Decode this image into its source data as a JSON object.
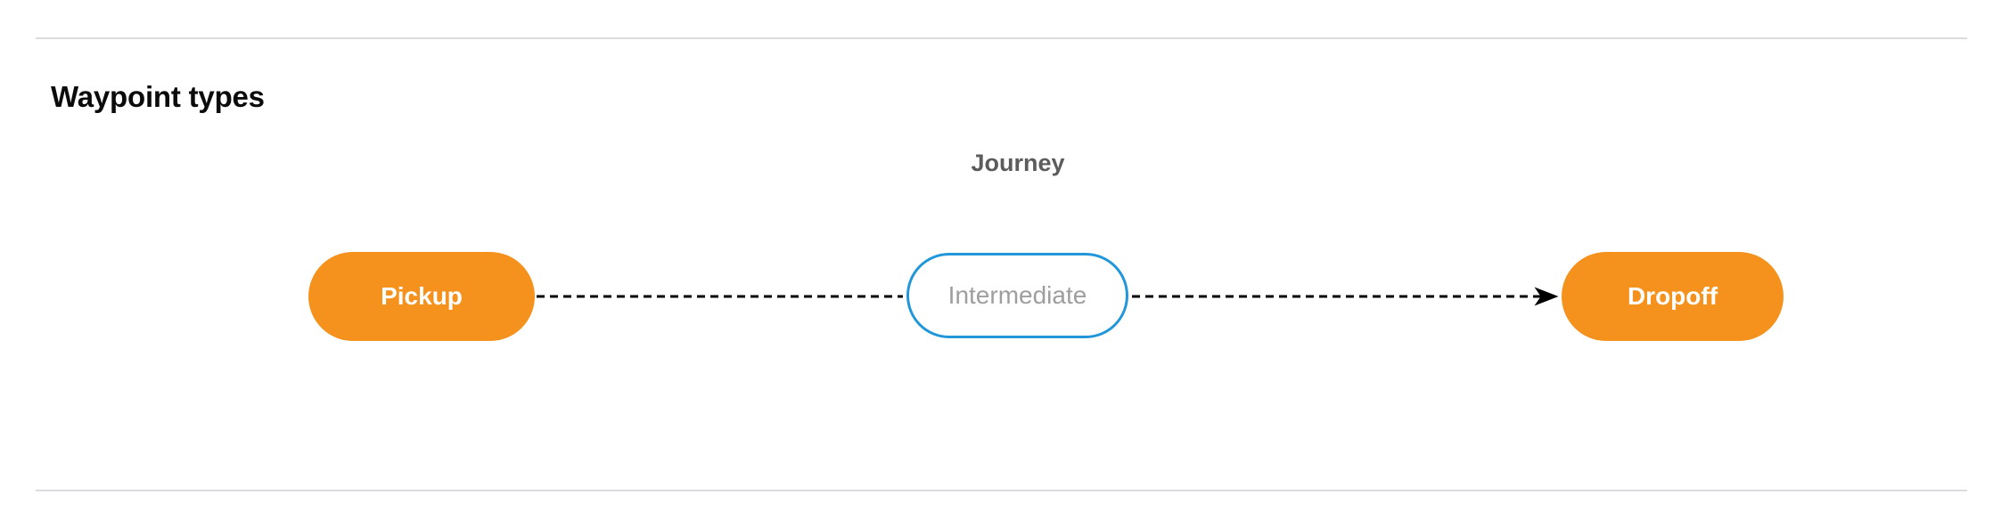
{
  "section": {
    "title": "Waypoint types"
  },
  "diagram": {
    "group_label": "Journey",
    "nodes": [
      {
        "id": "pickup",
        "label": "Pickup",
        "style": "filled",
        "fill": "#f5921e",
        "text_color": "#ffffff"
      },
      {
        "id": "intermediate",
        "label": "Intermediate",
        "style": "outlined",
        "fill": "#ffffff",
        "border_color": "#2196d9",
        "text_color": "#9e9e9e"
      },
      {
        "id": "dropoff",
        "label": "Dropoff",
        "style": "filled",
        "fill": "#f5921e",
        "text_color": "#ffffff"
      }
    ],
    "edges": [
      {
        "id": "pickup-to-intermediate",
        "from": "pickup",
        "to": "intermediate",
        "line": "dashed",
        "arrowhead": false,
        "color": "#000000"
      },
      {
        "id": "intermediate-to-dropoff",
        "from": "intermediate",
        "to": "dropoff",
        "line": "dashed",
        "arrowhead": true,
        "color": "#000000"
      }
    ]
  },
  "dividers": {
    "color": "#dadce0",
    "count": 2
  }
}
